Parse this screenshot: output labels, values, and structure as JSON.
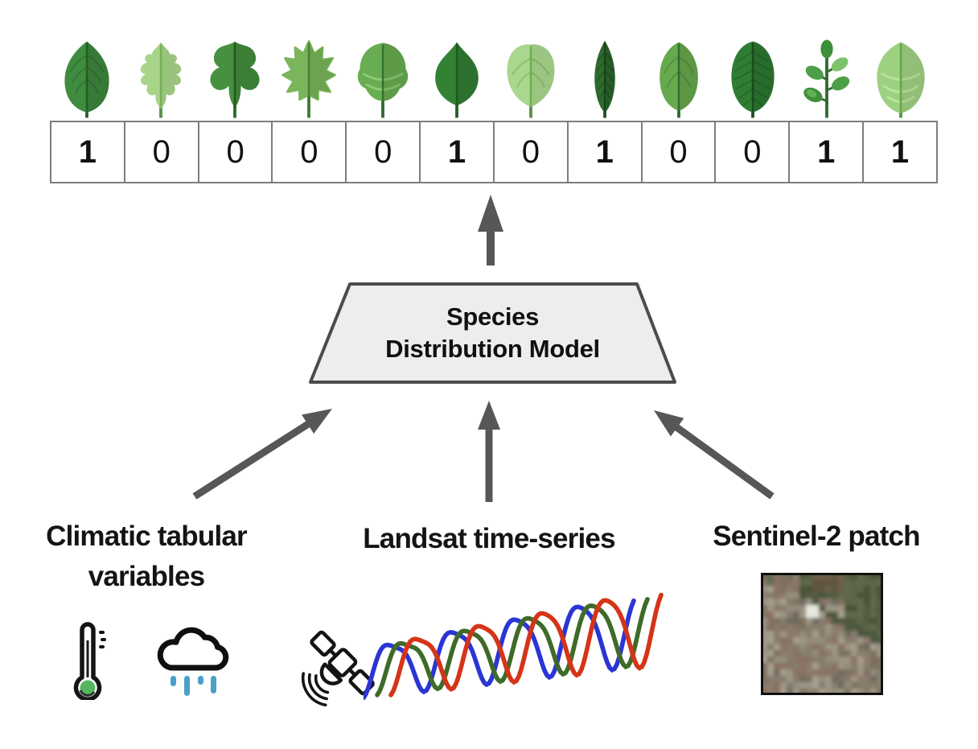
{
  "output": {
    "cells": [
      {
        "species_icon": "leaf-serrated-ovate-icon",
        "value": "1"
      },
      {
        "species_icon": "leaf-oak-lobed-icon",
        "value": "0"
      },
      {
        "species_icon": "leaf-fig-lobed-icon",
        "value": "0"
      },
      {
        "species_icon": "leaf-pointed-lobed-icon",
        "value": "0"
      },
      {
        "species_icon": "leaf-scalloped-round-icon",
        "value": "0"
      },
      {
        "species_icon": "leaf-cordate-icon",
        "value": "1"
      },
      {
        "species_icon": "leaf-round-light-icon",
        "value": "0"
      },
      {
        "species_icon": "leaf-lanceolate-icon",
        "value": "1"
      },
      {
        "species_icon": "leaf-serrated-elliptic-icon",
        "value": "0"
      },
      {
        "species_icon": "leaf-oval-entire-icon",
        "value": "0"
      },
      {
        "species_icon": "leaf-twig-compound-icon",
        "value": "1"
      },
      {
        "species_icon": "leaf-broad-serrated-icon",
        "value": "1"
      }
    ]
  },
  "model": {
    "line1": "Species",
    "line2": "Distribution Model"
  },
  "inputs": {
    "climatic": {
      "line1": "Climatic tabular",
      "line2": "variables",
      "icons": [
        "thermometer-icon",
        "rain-cloud-icon"
      ]
    },
    "landsat": {
      "label": "Landsat time-series",
      "icon": "satellite-icon",
      "series": [
        {
          "name": "blue",
          "color": "#2b35d4",
          "shift": 0,
          "amp": 1.0
        },
        {
          "name": "green",
          "color": "#3e6b28",
          "shift": 17,
          "amp": 0.97
        },
        {
          "name": "red",
          "color": "#d53418",
          "shift": 34,
          "amp": 1.07
        }
      ]
    },
    "sentinel": {
      "label": "Sentinel-2 patch",
      "image": "satellite-aerial-patch"
    }
  },
  "colors": {
    "arrow": "#575757",
    "model_fill": "#ededed",
    "model_border": "#4c4c4c",
    "cell_border": "#7d7d7d",
    "digit": "#111111",
    "rain": "#4aa0c8",
    "thermo_bulb": "#57b560"
  }
}
